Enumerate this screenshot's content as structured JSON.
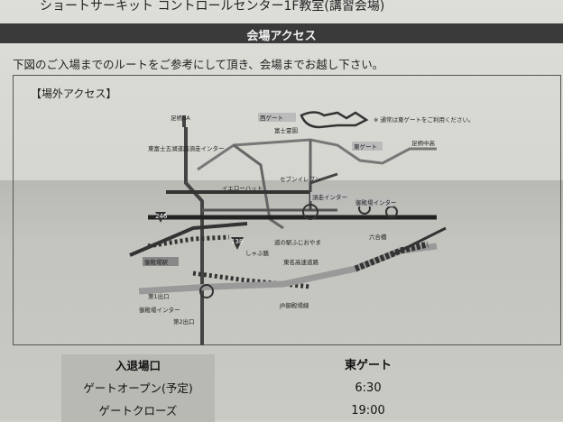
{
  "header": {
    "title": "ショートサーキット コントロールセンター1F教室(講習会場)",
    "banner": "会場アクセス",
    "lead": "下図のご入場までのルートをご参考にして頂き、会場までお越し下さい。"
  },
  "map": {
    "label": "【場外アクセス】",
    "places": {
      "nishi_gate": "西ゲート",
      "higashi_gate": "東ゲート",
      "notice": "※ 通常は東ゲートをご利用ください。",
      "ashigara_top": "足柄SA",
      "fuji_roadside": "富士霊園",
      "higashi_fuji_ic": "東富士五湖道路須走インター",
      "yellow_hat": "イエローハット",
      "seven_eleven": "セブンイレブン",
      "subashiri_ic": "須走インター",
      "gotemba_ic_right": "御殿場インター",
      "rokkensha": "六合橋",
      "tomei": "東名高速道路",
      "gotemba_station": "御殿場駅",
      "jr_line": "JR御殿場線",
      "first_exit": "第1出口",
      "second_exit": "第2出口",
      "gotemba_ic": "御殿場インター",
      "shinto": "しゃぶ膳",
      "right_label": "足柄中高",
      "route_246": "246",
      "route_138": "138",
      "mart": "道の駅ふじおやま"
    }
  },
  "table": {
    "header_left": "入退場口",
    "header_right": "東ゲート",
    "rows": [
      {
        "label": "ゲートオープン(予定)",
        "value": "6:30"
      },
      {
        "label": "ゲートクローズ",
        "value": "19:00"
      }
    ]
  }
}
